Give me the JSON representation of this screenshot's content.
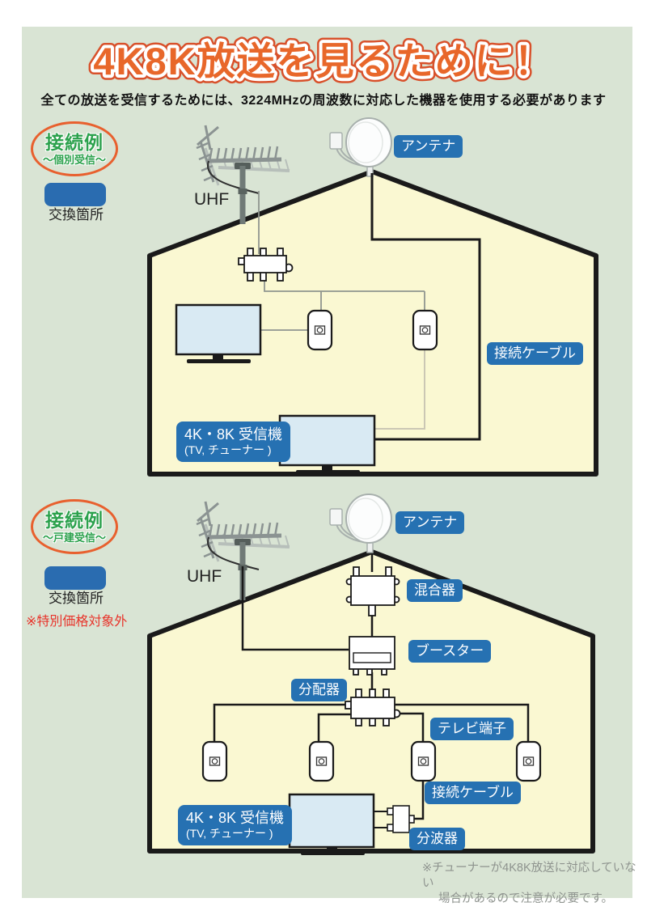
{
  "title": "4K8K放送を見るために！",
  "subtitle": "全ての放送を受信するためには、3224MHzの周波数に対応した機器を使用する必要があります",
  "colors": {
    "background_green": "#d9e4d4",
    "house_yellow": "#faf8d2",
    "tag_blue": "#2671b2",
    "title_orange": "#e8672a",
    "badge_border_orange": "#e8602e",
    "badge_text_green": "#2ba14c",
    "warning_red": "#e8332a",
    "note_grey": "#8e938e"
  },
  "sections": [
    {
      "badge_title": "接続例",
      "badge_subtitle": "～個別受信～",
      "legend_label": "交換箇所",
      "labels": {
        "uhf": "UHF",
        "antenna": "アンテナ",
        "cable": "接続ケーブル",
        "receiver1": "4K・8K 受信機",
        "receiver2": "(TV, チューナー )"
      }
    },
    {
      "badge_title": "接続例",
      "badge_subtitle": "～戸建受信～",
      "legend_label": "交換箇所",
      "warning": "※特別価格対象外",
      "labels": {
        "uhf": "UHF",
        "antenna": "アンテナ",
        "mixer": "混合器",
        "booster": "ブースター",
        "distributor": "分配器",
        "tv_outlet": "テレビ端子",
        "cable": "接続ケーブル",
        "separator": "分波器",
        "receiver1": "4K・8K 受信機",
        "receiver2": "(TV, チューナー )"
      },
      "note1": "※チューナーが4K8K放送に対応していない",
      "note2": "場合があるので注意が必要です。"
    }
  ]
}
